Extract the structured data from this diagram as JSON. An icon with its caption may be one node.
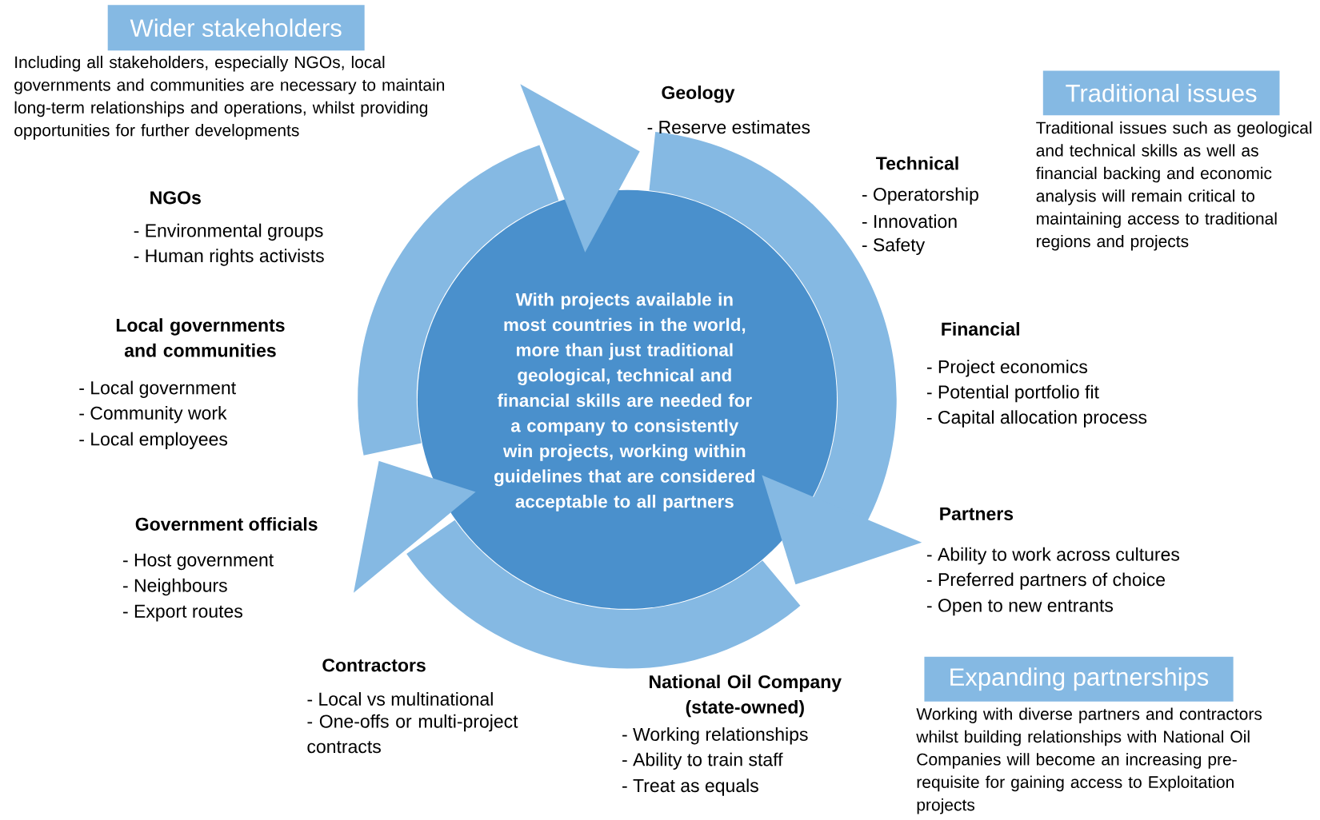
{
  "diagram": {
    "nodes": [
      {
        "text": [
          "Wider stakeholders"
        ],
        "beside": [
          "Including all stakeholders, especially NGOs, local governments and communities are necessary to maintain long-term relationships and operations, whilst providing opportunities for further developments"
        ]
      },
      {
        "text": [
          "Traditional issues"
        ],
        "beside": [
          "Traditional issues such as geological and technical skills as well as financial backing and economic analysis will remain critical to maintaining access to traditional regions and projects"
        ]
      },
      {
        "text": [
          "With projects available in most countries in the world, more than just traditional geological, technical and financial skills are needed for a company to consistently win projects, working within guidelines that are considered acceptable to all partners"
        ]
      },
      {
        "text": [
          "Expanding partnerships"
        ],
        "beside": [
          "Working with diverse partners and contractors whilst building relationships with National Oil Companies will become an increasing pre-requisite for gaining access to Exploitation projects"
        ]
      }
    ],
    "labels": [
      "Geology",
      "- Reserve estimates",
      "Technical",
      "- Operatorship",
      "- Innovation",
      "- Safety",
      "NGOs",
      "- Environmental groups",
      "- Human rights activists",
      "Local governments and communities",
      "- Local government",
      "- Community work",
      "- Local employees",
      "Financial",
      "- Project economics",
      "- Potential portfolio fit",
      "- Capital allocation process",
      "Partners",
      "- Ability to work across cultures",
      "- Preferred partners of choice",
      "- Open to new entrants",
      "Government officials",
      "- Host government",
      "- Neighbours",
      "- Export routes",
      "Contractors",
      "- Local vs multinational",
      "- One-offs or multi-project contracts",
      "National Oil Company (state-owned)",
      "- Working relationships",
      "- Ability to train staff",
      "- Treat as equals"
    ]
  }
}
